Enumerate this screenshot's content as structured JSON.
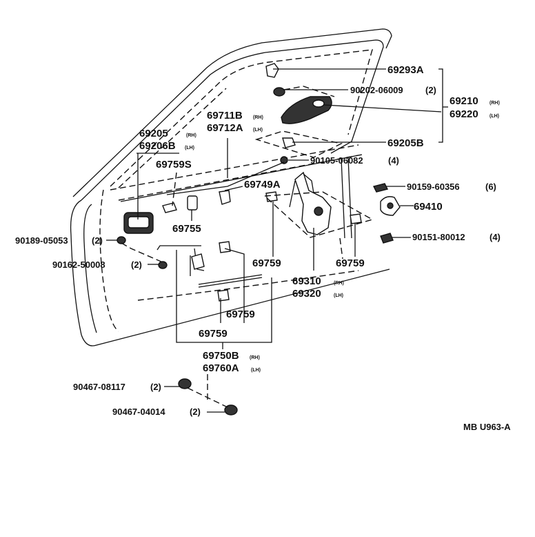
{
  "diagram_code": "MB U963-A",
  "labels": {
    "l69293A": "69293A",
    "l90202": "90202-06009",
    "l90202q": "(2)",
    "l69210": "69210",
    "l69220": "69220",
    "l69205B": "69205B",
    "l90105": "90105-06082",
    "l90105q": "(4)",
    "l90159": "90159-60356",
    "l90159q": "(6)",
    "l69410": "69410",
    "l90151": "90151-80012",
    "l90151q": "(4)",
    "l69711B": "69711B",
    "l69712A": "69712A",
    "l69205": "69205",
    "l69206B": "69206B",
    "l69759S": "69759S",
    "l69749A": "69749A",
    "l69755": "69755",
    "l90189": "90189-05053",
    "l90189q": "(2)",
    "l90162": "90162-50008",
    "l90162q": "(2)",
    "l69759a": "69759",
    "l69759b": "69759",
    "l69310": "69310",
    "l69320": "69320",
    "l69759c": "69759",
    "l69759d": "69759",
    "l69750B": "69750B",
    "l69760A": "69760A",
    "l90467a": "90467-08117",
    "l90467aq": "(2)",
    "l90467b": "90467-04014",
    "l90467bq": "(2)"
  },
  "side_marks": {
    "rh": "(RH)",
    "lh": "(LH)"
  }
}
